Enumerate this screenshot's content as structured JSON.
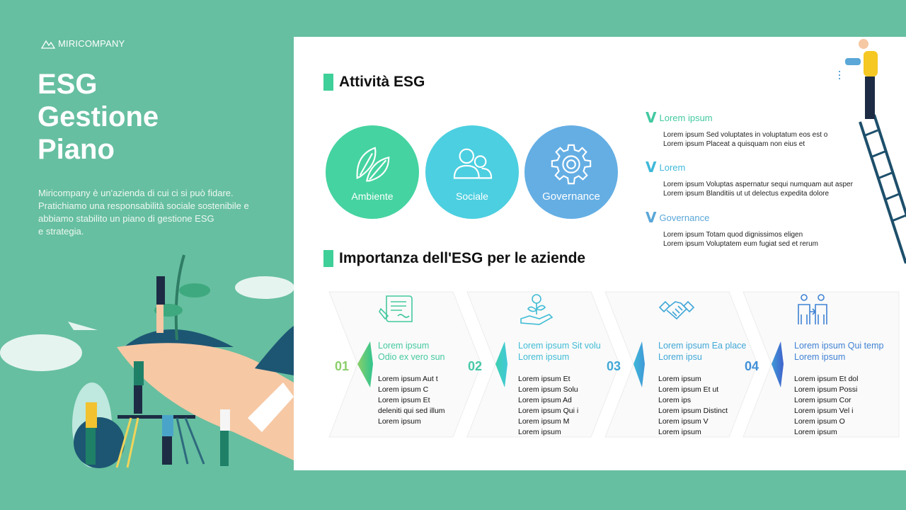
{
  "brand": {
    "name": "MIRICOMPANY"
  },
  "hero": {
    "title_lines": [
      "ESG",
      "Gestione",
      "Piano"
    ],
    "desc_lines": [
      "Miricompany è un'azienda di cui ci si può fidare.",
      "Pratichiamo una responsabilità sociale sostenibile e",
      "abbiamo stabilito un piano di gestione ESG",
      "e strategia."
    ]
  },
  "activities": {
    "title": "Attività ESG",
    "circles": [
      {
        "label": "Ambiente",
        "icon": "leaf-icon",
        "color": "#45d3a1"
      },
      {
        "label": "Sociale",
        "icon": "people-icon",
        "color": "#4ccfe0"
      },
      {
        "label": "Governance",
        "icon": "gear-icon",
        "color": "#64aee4"
      }
    ],
    "list": [
      {
        "mark": "V",
        "heading": "Lorem ipsum",
        "lines": [
          "Lorem ipsum Sed voluptates in voluptatum eos est o",
          "Lorem ipsum Placeat a quisquam non eius et"
        ]
      },
      {
        "mark": "V",
        "heading": "Lorem",
        "lines": [
          "Lorem ipsum Voluptas aspernatur sequi numquam aut asper",
          "Lorem ipsum Blanditiis ut ut delectus expedita dolore"
        ]
      },
      {
        "mark": "V",
        "heading": "Governance",
        "lines": [
          "Lorem ipsum Totam quod dignissimos eligen",
          "Lorem ipsum Voluptatem eum fugiat sed et rerum"
        ]
      }
    ]
  },
  "importance": {
    "title": "Importanza dell'ESG per le aziende",
    "steps": [
      {
        "num": "01",
        "icon": "contract-icon",
        "head": [
          "Lorem ipsum",
          "Odio ex vero sun"
        ],
        "items": [
          "Lorem ipsum Aut t",
          "Lorem ipsum C",
          "Lorem ipsum Et",
          "deleniti qui sed illum",
          "Lorem ipsum"
        ]
      },
      {
        "num": "02",
        "icon": "growth-hand-icon",
        "head": [
          "Lorem ipsum Sit volu",
          "Lorem ipsum"
        ],
        "items": [
          "Lorem ipsum Et",
          "Lorem ipsum Solu",
          "Lorem ipsum Ad",
          "Lorem ipsum Qui i",
          "Lorem ipsum M",
          "Lorem ipsum"
        ]
      },
      {
        "num": "03",
        "icon": "handshake-icon",
        "head": [
          "Lorem ipsum Ea place",
          "Lorem ipsu"
        ],
        "items": [
          "Lorem ipsum",
          "Lorem ipsum Et ut",
          "Lorem ips",
          "Lorem ipsum Distinct",
          "Lorem ipsum V",
          "Lorem ipsum"
        ]
      },
      {
        "num": "04",
        "icon": "team-icon",
        "head": [
          "Lorem ipsum Qui temp",
          "Lorem ipsum"
        ],
        "items": [
          "Lorem ipsum Et dol",
          "Lorem ipsum Possi",
          "Lorem ipsum Cor",
          "Lorem ipsum Vel i",
          "Lorem ipsum O",
          "Lorem ipsum"
        ]
      }
    ]
  }
}
